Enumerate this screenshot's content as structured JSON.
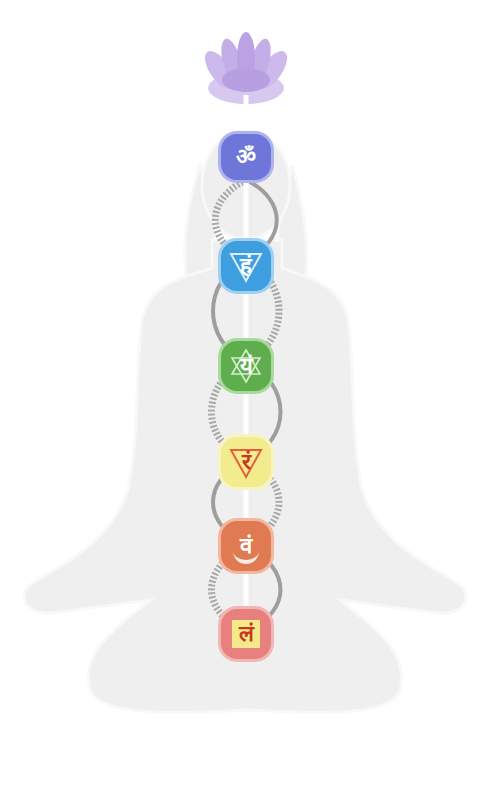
{
  "diagram": {
    "nodes": [
      {
        "text": [
          "ॐ"
        ]
      },
      {
        "text": [
          "हं"
        ]
      },
      {
        "text": [
          "यं"
        ]
      },
      {
        "text": [
          "रं"
        ]
      },
      {
        "text": [
          "वं"
        ]
      },
      {
        "text": [
          "लं"
        ]
      }
    ],
    "edges": [
      {
        "from": 0,
        "to": 1,
        "arrow": "none"
      },
      {
        "from": 1,
        "to": 2,
        "arrow": "none"
      },
      {
        "from": 2,
        "to": 3,
        "arrow": "none"
      },
      {
        "from": 3,
        "to": 4,
        "arrow": "none"
      },
      {
        "from": 4,
        "to": 5,
        "arrow": "none"
      }
    ]
  }
}
